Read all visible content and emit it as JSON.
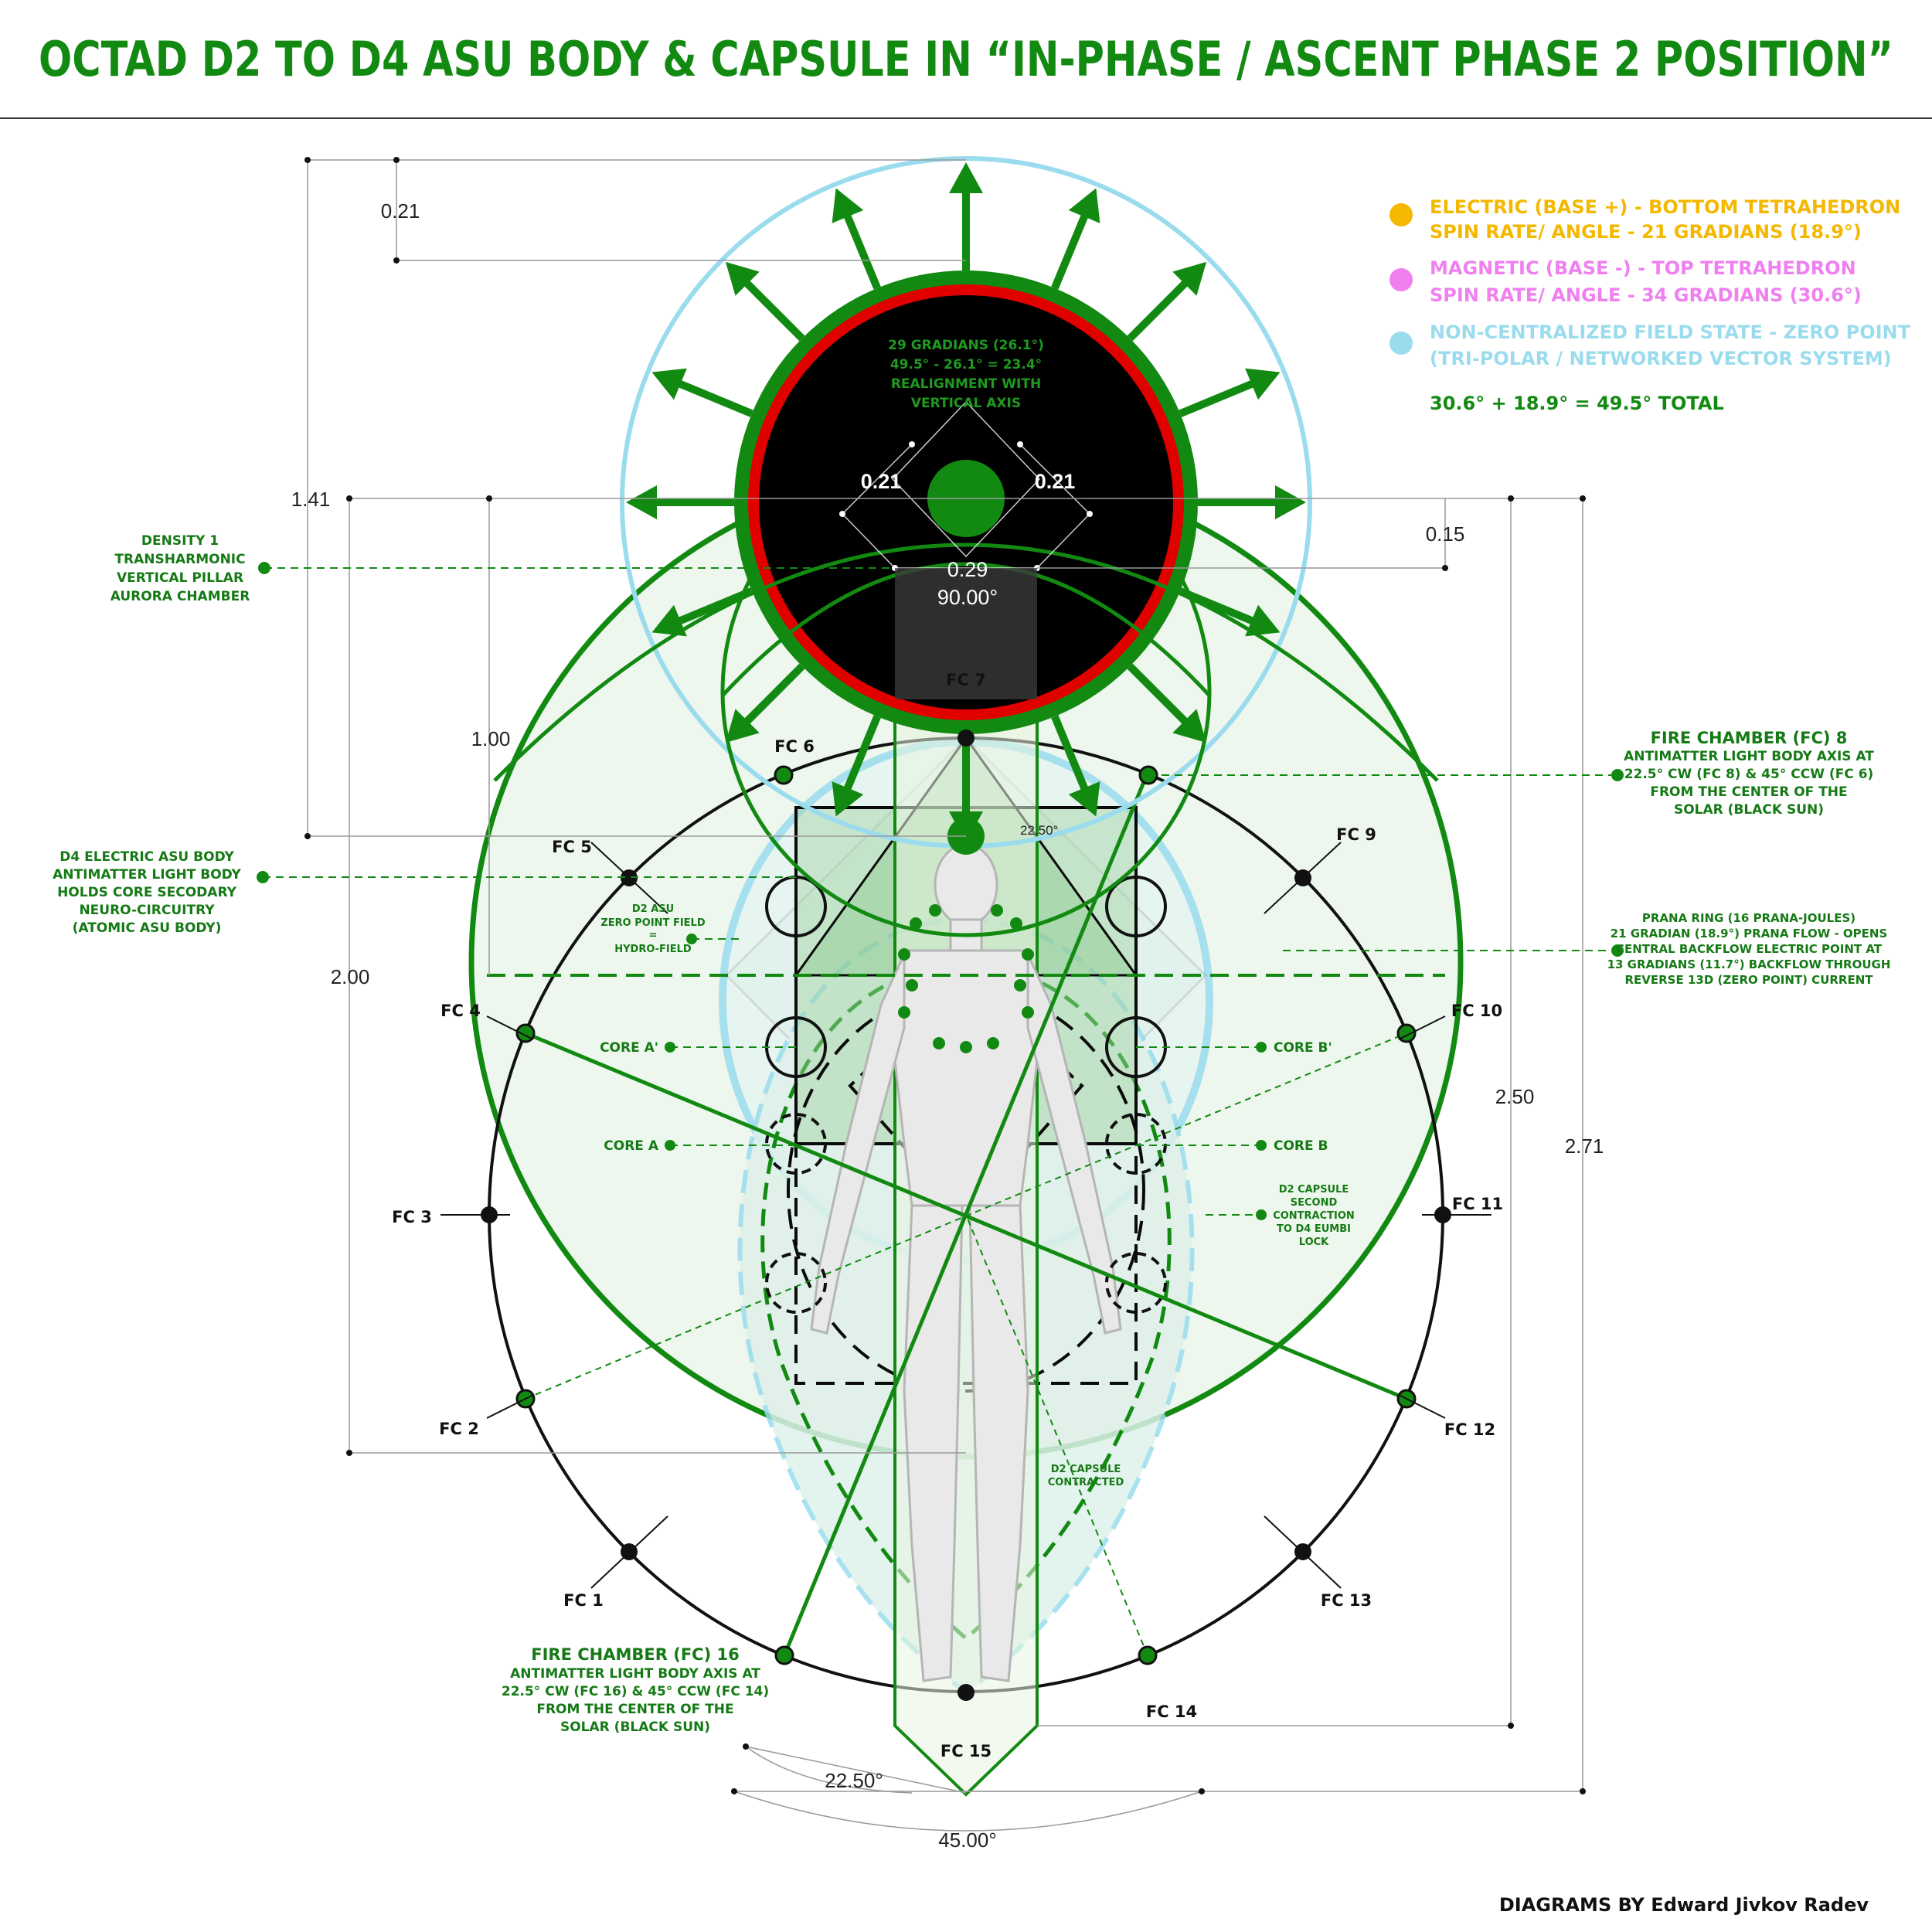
{
  "title": "OCTAD D2 TO D4 ASU BODY & CAPSULE IN “IN-PHASE / ASCENT PHASE 2 POSITION”",
  "colors": {
    "green": "#128a12",
    "electric": "#f5b800",
    "magnetic": "#f07ff0",
    "zero_point": "#9adcee",
    "red_ring": "#e00000",
    "black_sun": "#000000"
  },
  "legend": [
    {
      "line1": "ELECTRIC (BASE +) - BOTTOM TETRAHEDRON",
      "line2": "SPIN RATE/ ANGLE - 21 GRADIANS (18.9°)"
    },
    {
      "line1": "MAGNETIC (BASE -) - TOP TETRAHEDRON",
      "line2": "SPIN RATE/ ANGLE - 34 GRADIANS (30.6°)"
    },
    {
      "line1": "NON-CENTRALIZED FIELD STATE - ZERO POINT",
      "line2": "(TRI-POLAR / NETWORKED VECTOR SYSTEM)"
    }
  ],
  "total": "30.6° + 18.9° = 49.5° TOTAL",
  "sun_text": [
    "29 GRADIANS (26.1°)",
    "49.5° - 26.1° = 23.4°",
    "REALIGNMENT WITH",
    "VERTICAL AXIS"
  ],
  "dims": {
    "d021_top": "0.21",
    "d021_left": "0.21",
    "d021_right": "0.21",
    "d141": "1.41",
    "d029": "0.29",
    "d90": "90.00°",
    "d015": "0.15",
    "d100": "1.00",
    "d200": "2.00",
    "d250": "2.50",
    "d271": "2.71",
    "d2250_small": "22.50°",
    "d2250": "22.50°",
    "d45": "45.00°"
  },
  "fire_chambers": [
    "FC 1",
    "FC 2",
    "FC 3",
    "FC 4",
    "FC 5",
    "FC 6",
    "FC 7",
    "FC 9",
    "FC 10",
    "FC 11",
    "FC 12",
    "FC 13",
    "FC 14",
    "FC 15"
  ],
  "labels": {
    "density": [
      "DENSITY 1",
      "TRANSHARMONIC",
      "VERTICAL PILLAR",
      "AURORA CHAMBER"
    ],
    "fc8_title": "FIRE CHAMBER (FC) 8",
    "fc8_body": [
      "ANTIMATTER LIGHT BODY AXIS AT",
      "22.5° CW (FC 8) & 45° CCW (FC 6)",
      "FROM THE CENTER OF THE",
      "SOLAR (BLACK SUN)"
    ],
    "d4": [
      "D4 ELECTRIC ASU BODY",
      "ANTIMATTER LIGHT BODY",
      "HOLDS CORE SECODARY",
      "NEURO-CIRCUITRY",
      "(ATOMIC ASU BODY)"
    ],
    "prana": [
      "PRANA RING (16 PRANA-JOULES)",
      "21 GRADIAN (18.9°) PRANA FLOW - OPENS",
      "CENTRAL BACKFLOW ELECTRIC POINT AT",
      "13 GRADIANS (11.7°) BACKFLOW THROUGH",
      "REVERSE 13D (ZERO POINT) CURRENT"
    ],
    "d2asu": [
      "D2 ASU",
      "ZERO POINT FIELD",
      "=",
      "HYDRO-FIELD"
    ],
    "core_a1": "CORE A'",
    "core_b1": "CORE B'",
    "core_a": "CORE A",
    "core_b": "CORE B",
    "d2cap2": [
      "D2 CAPSULE",
      "SECOND",
      "CONTRACTION",
      "TO D4 EUMBI",
      "LOCK"
    ],
    "d2cap": [
      "D2 CAPSULE",
      "CONTRACTED"
    ],
    "fc16_title": "FIRE CHAMBER (FC) 16",
    "fc16_body": [
      "ANTIMATTER LIGHT BODY AXIS AT",
      "22.5° CW (FC 16) & 45° CCW (FC 14)",
      "FROM THE CENTER OF THE",
      "SOLAR (BLACK SUN)"
    ]
  },
  "credit": "DIAGRAMS BY Edward Jivkov Radev"
}
